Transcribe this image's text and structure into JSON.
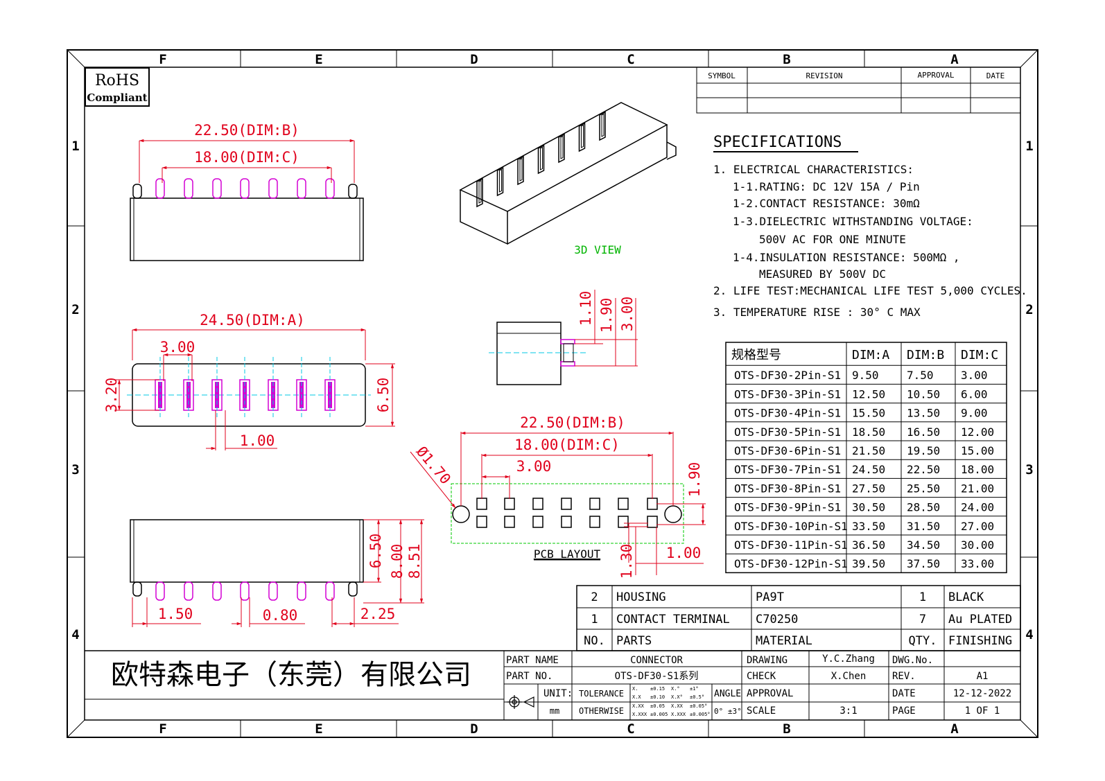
{
  "frame": {
    "columns": [
      "F",
      "E",
      "D",
      "C",
      "B",
      "A"
    ],
    "rows": [
      "1",
      "2",
      "3",
      "4"
    ]
  },
  "rohs": {
    "line1": "RoHS",
    "line2": "Compliant"
  },
  "revision_table": {
    "headers": [
      "SYMBOL",
      "REVISION",
      "APPROVAL",
      "DATE"
    ]
  },
  "top_view": {
    "dim_b": "22.50(DIM:B)",
    "dim_c": "18.00(DIM:C)"
  },
  "front_view": {
    "dim_a": "24.50(DIM:A)",
    "pitch": "3.00",
    "height": "3.20",
    "width": "6.50",
    "slot": "1.00"
  },
  "bottom_view": {
    "d1": "1.50",
    "d2": "0.80",
    "d3": "2.25",
    "h1": "6.50",
    "h2": "8.00",
    "h3": "8.51"
  },
  "iso_label": "3D VIEW",
  "side_view": {
    "d1": "1.10",
    "d2": "1.90",
    "d3": "3.00"
  },
  "pcb": {
    "dim_b": "22.50(DIM:B)",
    "dim_c": "18.00(DIM:C)",
    "pitch": "3.00",
    "hole": "Ø1.70",
    "row_gap": "1.90",
    "pad": "1.30",
    "pad_w": "1.00",
    "label": "PCB LAYOUT"
  },
  "specifications": {
    "title": "SPECIFICATIONS",
    "lines": [
      "1. ELECTRICAL CHARACTERISTICS:",
      "1-1.RATING: DC 12V 15A / Pin",
      "1-2.CONTACT RESISTANCE: 30mΩ",
      "1-3.DIELECTRIC WITHSTANDING VOLTAGE:",
      "500V AC FOR ONE MINUTE",
      "1-4.INSULATION RESISTANCE: 500MΩ ,",
      "MEASURED BY 500V DC",
      "2. LIFE TEST:MECHANICAL LIFE TEST 5,000 CYCLES.",
      "3. TEMPERATURE RISE : 30° C MAX"
    ]
  },
  "dim_table": {
    "headers": [
      "规格型号",
      "DIM:A",
      "DIM:B",
      "DIM:C"
    ],
    "rows": [
      [
        "OTS-DF30-2Pin-S1",
        "9.50",
        "7.50",
        "3.00"
      ],
      [
        "OTS-DF30-3Pin-S1",
        "12.50",
        "10.50",
        "6.00"
      ],
      [
        "OTS-DF30-4Pin-S1",
        "15.50",
        "13.50",
        "9.00"
      ],
      [
        "OTS-DF30-5Pin-S1",
        "18.50",
        "16.50",
        "12.00"
      ],
      [
        "OTS-DF30-6Pin-S1",
        "21.50",
        "19.50",
        "15.00"
      ],
      [
        "OTS-DF30-7Pin-S1",
        "24.50",
        "22.50",
        "18.00"
      ],
      [
        "OTS-DF30-8Pin-S1",
        "27.50",
        "25.50",
        "21.00"
      ],
      [
        "OTS-DF30-9Pin-S1",
        "30.50",
        "28.50",
        "24.00"
      ],
      [
        "OTS-DF30-10Pin-S1",
        "33.50",
        "31.50",
        "27.00"
      ],
      [
        "OTS-DF30-11Pin-S1",
        "36.50",
        "34.50",
        "30.00"
      ],
      [
        "OTS-DF30-12Pin-S1",
        "39.50",
        "37.50",
        "33.00"
      ]
    ]
  },
  "bom": {
    "rows": [
      [
        "2",
        "HOUSING",
        "PA9T",
        "1",
        "BLACK"
      ],
      [
        "1",
        "CONTACT TERMINAL",
        "C70250",
        "7",
        "Au PLATED"
      ],
      [
        "NO.",
        "PARTS",
        "MATERIAL",
        "QTY.",
        "FINISHING"
      ]
    ]
  },
  "title_block": {
    "company": "欧特森电子（东莞）有限公司",
    "part_name_label": "PART NAME",
    "part_name": "CONNECTOR",
    "part_no_label": "PART NO.",
    "part_no": "OTS-DF30-S1系列",
    "unit_label": "UNIT:",
    "unit": "mm",
    "tolerance_label": "TOLERANCE",
    "otherwise_label": "OTHERWISE",
    "tol": [
      "X.",
      "±0.15",
      "X.°",
      "±1°",
      "X.X",
      "±0.10",
      "X.X°",
      "±0.5°",
      "X.XX",
      "±0.05",
      "X.XX",
      "±0.05°",
      "X.XXX",
      "±0.005",
      "X.XXX",
      "±0.005°"
    ],
    "angle_label": "ANGLE",
    "angle": "0° ±3°",
    "drawing_label": "DRAWING",
    "drawing": "Y.C.Zhang",
    "check_label": "CHECK",
    "check": "X.Chen",
    "approval_label": "APPROVAL",
    "approval": "",
    "scale_label": "SCALE",
    "scale": "3:1",
    "dwg_no_label": "DWG.No.",
    "dwg_no": "",
    "rev_label": "REV.",
    "rev": "A1",
    "date_label": "DATE",
    "date": "12-12-2022",
    "page_label": "PAGE",
    "page": "1 OF 1"
  },
  "colors": {
    "outline": "#000000",
    "dimension": "#e0001b",
    "pin": "#d400d4",
    "center": "#00c8e6",
    "pcb": "#00c800",
    "label3d": "#00b400"
  }
}
